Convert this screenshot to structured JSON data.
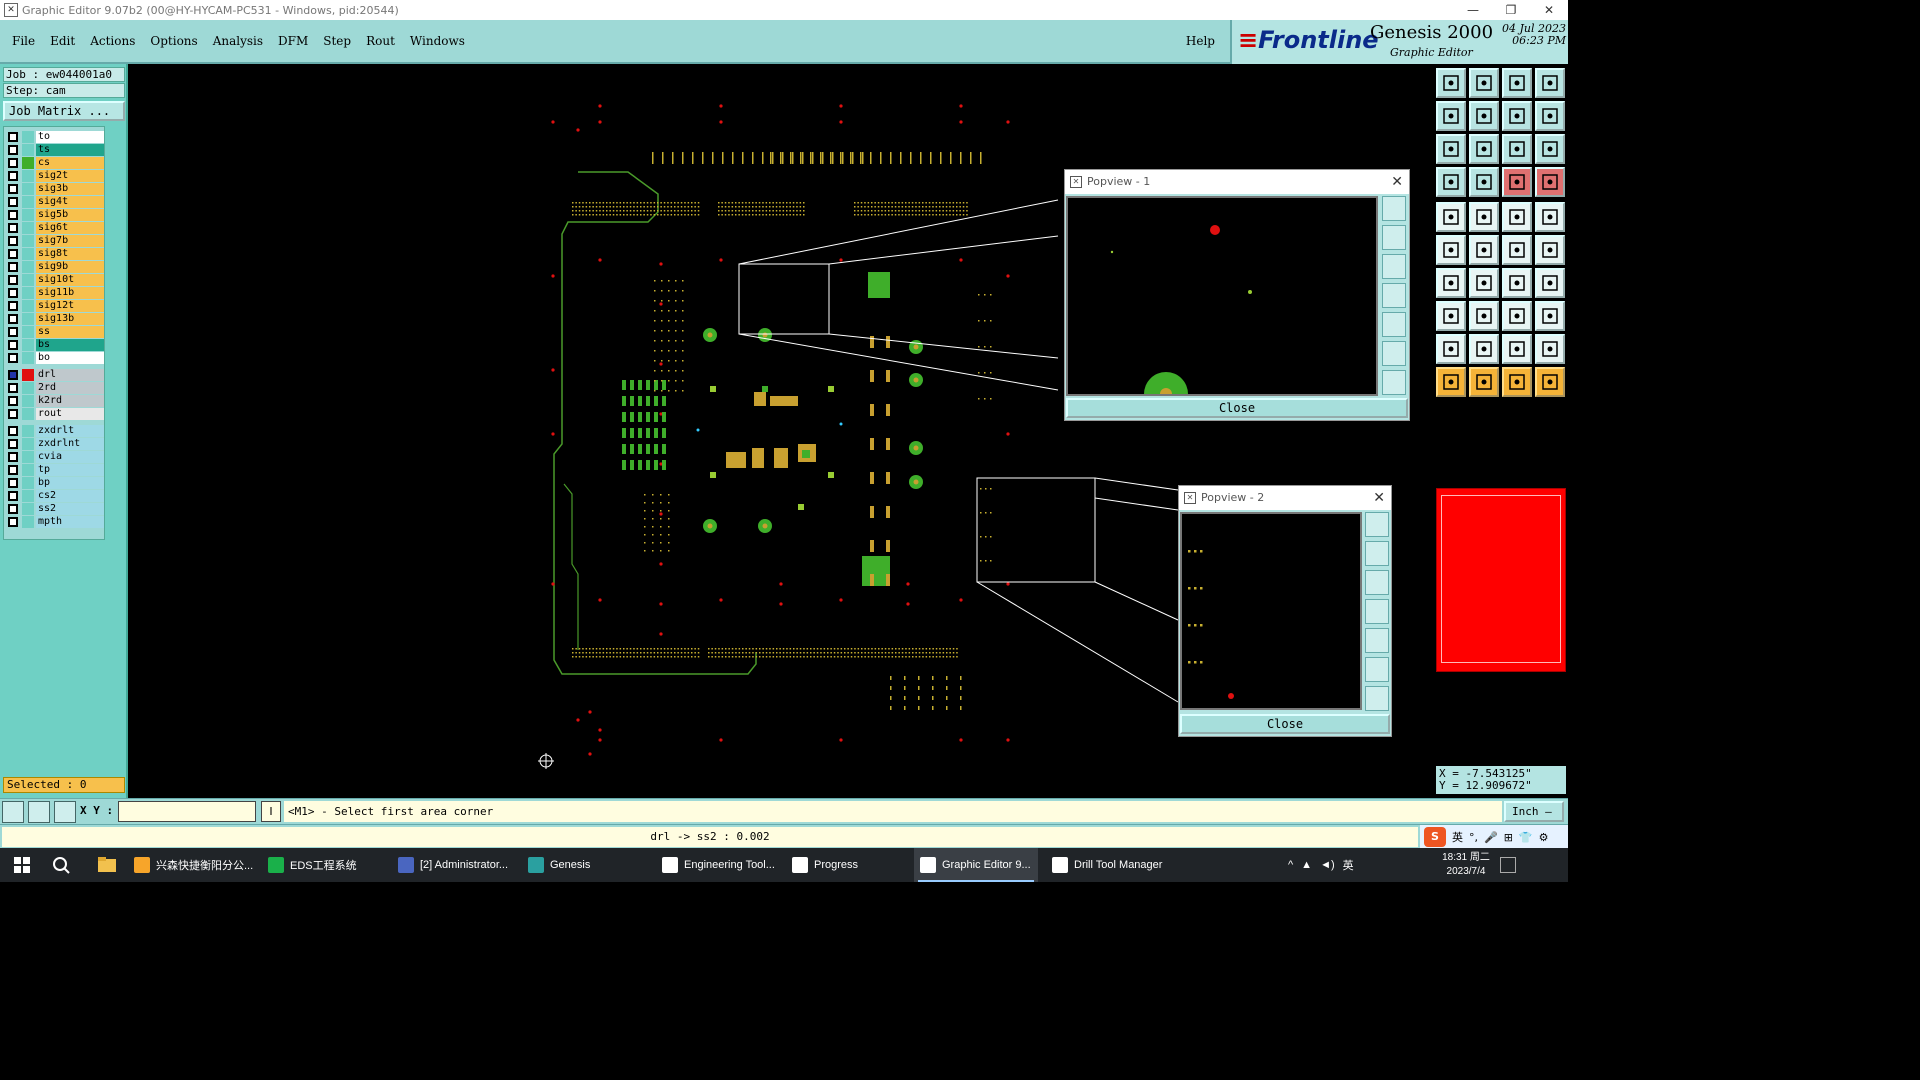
{
  "window": {
    "title": "Graphic Editor 9.07b2 (00@HY-HYCAM-PC531 - Windows, pid:20544)",
    "controls": [
      "—",
      "❐",
      "✕"
    ]
  },
  "menu": {
    "items": [
      "File",
      "Edit",
      "Actions",
      "Options",
      "Analysis",
      "DFM",
      "Step",
      "Rout",
      "Windows"
    ],
    "help": "Help"
  },
  "brand": {
    "logo": "Frontline",
    "product": "Genesis 2000",
    "subtitle": "Graphic Editor",
    "date": "04 Jul 2023",
    "time": "06:23 PM"
  },
  "left_panel": {
    "job": "Job : ew044001a0",
    "step": "Step: cam",
    "job_matrix": "Job Matrix ...",
    "selected": "Selected : 0",
    "layers": [
      {
        "name": "to",
        "bg": "#ffffff",
        "color": ""
      },
      {
        "name": "ts",
        "bg": "#1fa58c",
        "color": ""
      },
      {
        "name": "cs",
        "bg": "#f7c04c",
        "color": "#3fae2a"
      },
      {
        "name": "sig2t",
        "bg": "#f7c04c",
        "color": ""
      },
      {
        "name": "sig3b",
        "bg": "#f7c04c",
        "color": ""
      },
      {
        "name": "sig4t",
        "bg": "#f7c04c",
        "color": ""
      },
      {
        "name": "sig5b",
        "bg": "#f7c04c",
        "color": ""
      },
      {
        "name": "sig6t",
        "bg": "#f7c04c",
        "color": ""
      },
      {
        "name": "sig7b",
        "bg": "#f7c04c",
        "color": ""
      },
      {
        "name": "sig8t",
        "bg": "#f7c04c",
        "color": ""
      },
      {
        "name": "sig9b",
        "bg": "#f7c04c",
        "color": ""
      },
      {
        "name": "sig10t",
        "bg": "#f7c04c",
        "color": ""
      },
      {
        "name": "sig11b",
        "bg": "#f7c04c",
        "color": ""
      },
      {
        "name": "sig12t",
        "bg": "#f7c04c",
        "color": ""
      },
      {
        "name": "sig13b",
        "bg": "#f7c04c",
        "color": ""
      },
      {
        "name": "ss",
        "bg": "#f7c04c",
        "color": ""
      },
      {
        "name": "bs",
        "bg": "#1fa58c",
        "color": ""
      },
      {
        "name": "bo",
        "bg": "#ffffff",
        "color": ""
      },
      {
        "name": "drl",
        "bg": "#bfc8cc",
        "color": "#e01010",
        "sel": true,
        "gap": true
      },
      {
        "name": "2rd",
        "bg": "#bfc8cc",
        "color": ""
      },
      {
        "name": "k2rd",
        "bg": "#bfc8cc",
        "color": ""
      },
      {
        "name": "rout",
        "bg": "#e8e8e8",
        "color": ""
      },
      {
        "name": "zxdrlt",
        "bg": "#9ed9e6",
        "color": "",
        "gap": true
      },
      {
        "name": "zxdrlnt",
        "bg": "#9ed9e6",
        "color": ""
      },
      {
        "name": "cvia",
        "bg": "#9ed9e6",
        "color": ""
      },
      {
        "name": "tp",
        "bg": "#9ed9e6",
        "color": ""
      },
      {
        "name": "bp",
        "bg": "#9ed9e6",
        "color": ""
      },
      {
        "name": "cs2",
        "bg": "#9ed9e6",
        "color": ""
      },
      {
        "name": "ss2",
        "bg": "#9ed9e6",
        "color": ""
      },
      {
        "name": "mpth",
        "bg": "#9ed9e6",
        "color": ""
      }
    ]
  },
  "popviews": [
    {
      "title": "Popview - 1",
      "close": "Close"
    },
    {
      "title": "Popview - 2",
      "close": "Close"
    }
  ],
  "coords": {
    "x": "X = -7.543125\"",
    "y": "Y = 12.909672\""
  },
  "command": {
    "xy_label": "X Y :",
    "xy_value": "",
    "info_button": "I",
    "prompt": "<M1> - Select first area corner",
    "units": "Inch —"
  },
  "status": {
    "text": "drl -> ss2 : 0.002",
    "ime": [
      "英",
      "°,",
      "🎤",
      "⊞",
      "👕",
      "⚙"
    ]
  },
  "taskbar": {
    "tasks": [
      {
        "label": "兴森快捷衡阳分公...",
        "color": "#f7a52a"
      },
      {
        "label": "EDS工程系统",
        "color": "#1ab04a"
      },
      {
        "label": "[2] Administrator...",
        "color": "#4a66c0"
      },
      {
        "label": "Genesis",
        "color": "#2aa0a0"
      },
      {
        "label": "Engineering Tool...",
        "color": "#ffffff"
      },
      {
        "label": "Progress",
        "color": "#ffffff"
      },
      {
        "label": "Graphic Editor 9...",
        "color": "#ffffff",
        "active": true
      },
      {
        "label": "Drill Tool Manager",
        "color": "#ffffff"
      }
    ],
    "tray": [
      "^",
      "英"
    ],
    "clock_time": "18:31 周二",
    "clock_date": "2023/7/4"
  }
}
